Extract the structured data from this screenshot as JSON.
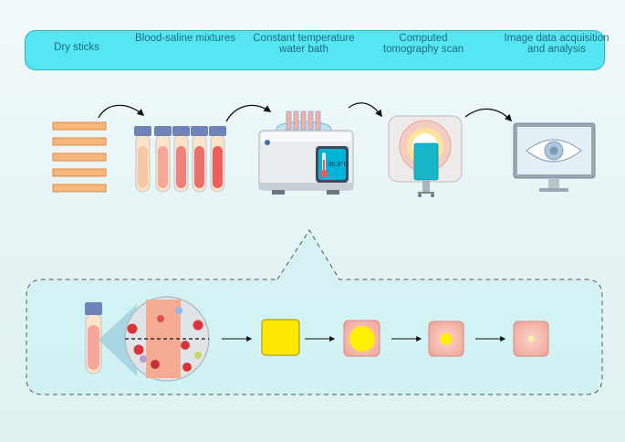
{
  "banner": {
    "steps": [
      {
        "label": "Dry sticks"
      },
      {
        "label": "Blood-saline mixtures"
      },
      {
        "label": "Constant temperature water bath"
      },
      {
        "label": "Computed tomography scan"
      },
      {
        "label": "Image data acquisition and analysis"
      }
    ]
  },
  "water_bath": {
    "display_temp": "36.8°C"
  },
  "colors": {
    "banner_fill": "#56e6f2",
    "label_text": "#1b6b85",
    "stick_fill": "#f6b77d",
    "blood_fill": "#f5a89a",
    "sample_yellow": "#ffe800",
    "tissue_pink": "#f7c0b6",
    "bath_display": "#00b4d8"
  },
  "icons": [
    "dry-sticks-icon",
    "test-tubes-icon",
    "water-bath-icon",
    "ct-scanner-icon",
    "monitor-eye-icon",
    "magnifier-icon"
  ]
}
